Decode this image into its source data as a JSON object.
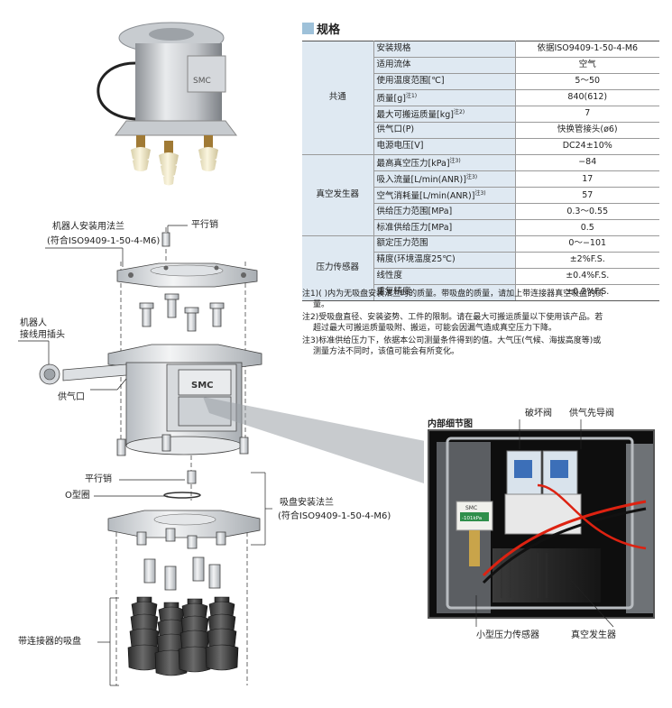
{
  "spec": {
    "title": "规格",
    "rows": [
      {
        "group": "共通",
        "item": "安装规格",
        "sup": "",
        "value": "依据ISO9409-1-50-4-M6"
      },
      {
        "group": "",
        "item": "适用流体",
        "sup": "",
        "value": "空气"
      },
      {
        "group": "",
        "item": "使用温度范围[℃]",
        "sup": "",
        "value": "5～50"
      },
      {
        "group": "",
        "item": "质量[g]",
        "sup": "注1)",
        "value": "840(612)"
      },
      {
        "group": "",
        "item": "最大可搬运质量[kg]",
        "sup": "注2)",
        "value": "7"
      },
      {
        "group": "",
        "item": "供气口(P)",
        "sup": "",
        "value": "快换管接头(ø6)"
      },
      {
        "group": "",
        "item": "电源电压[V]",
        "sup": "",
        "value": "DC24±10%"
      },
      {
        "group": "真空发生器",
        "item": "最高真空压力[kPa]",
        "sup": "注3)",
        "value": "−84"
      },
      {
        "group": "",
        "item": "吸入流量[L/min(ANR)]",
        "sup": "注3)",
        "value": "17"
      },
      {
        "group": "",
        "item": "空气消耗量[L/min(ANR)]",
        "sup": "注3)",
        "value": "57"
      },
      {
        "group": "",
        "item": "供给压力范围[MPa]",
        "sup": "",
        "value": "0.3～0.55"
      },
      {
        "group": "",
        "item": "标准供给压力[MPa]",
        "sup": "",
        "value": "0.5"
      },
      {
        "group": "压力传感器",
        "item": "额定压力范围",
        "sup": "",
        "value": "0～−101"
      },
      {
        "group": "",
        "item": "精度(环境温度25℃)",
        "sup": "",
        "value": "±2%F.S."
      },
      {
        "group": "",
        "item": "线性度",
        "sup": "",
        "value": "±0.4%F.S."
      },
      {
        "group": "",
        "item": "重复精度",
        "sup": "",
        "value": "±0.2%F.S."
      }
    ],
    "notes": [
      {
        "first": "注1)( )内为无吸盘安装法兰时的质量。带吸盘的质量，请加上带连接器真空吸盘的质",
        "rest": "量。"
      },
      {
        "first": "注2)受吸盘直径、安装姿势、工件的限制。请在最大可搬运质量以下使用该产品。若",
        "rest": "超过最大可搬运质量吸附、搬运，可能会因漏气造成真空压力下降。"
      },
      {
        "first": "注3)标准供给压力下，依据本公司测量条件得到的值。大气压(气候、海拔高度等)或",
        "rest": "测量方法不同时，该值可能会有所变化。"
      }
    ]
  },
  "diagram": {
    "robot_flange": "机器人安装用法兰",
    "robot_flange_std": "(符合ISO9409-1-50-4-M6)",
    "parallel_pin_top": "平行销",
    "robot_plug_1": "机器人",
    "robot_plug_2": "接线用插头",
    "supply_port": "供气口",
    "parallel_pin_bottom": "平行销",
    "o_ring": "O型圈",
    "pad_flange": "吸盘安装法兰",
    "pad_flange_std": "(符合ISO9409-1-50-4-M6)",
    "pads": "带连接器的吸盘",
    "brand": "SMC"
  },
  "detail": {
    "title": "内部细节图",
    "break_valve": "破坏阀",
    "pilot_valve": "供气先导阀",
    "pressure_sensor": "小型压力传感器",
    "vacuum_generator": "真空发生器",
    "sensor_brand": "SMC",
    "sensor_reading": "-101kPa"
  },
  "colors": {
    "accent": "#9ec1d9",
    "table_head": "#dfe9f2"
  }
}
